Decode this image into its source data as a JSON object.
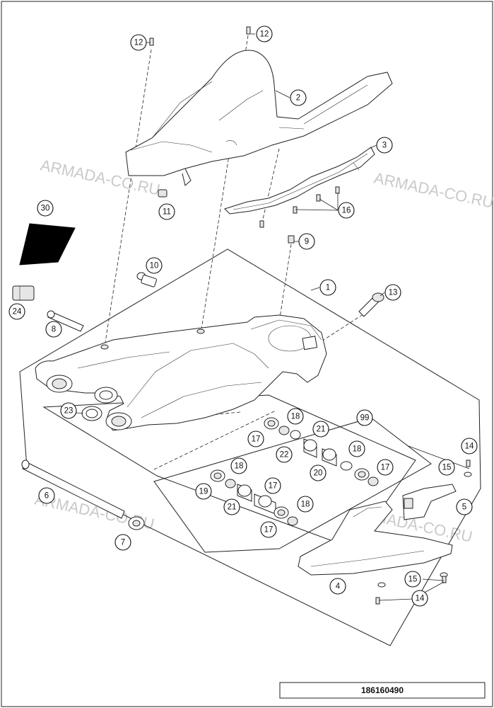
{
  "drawing_number": "186160490",
  "watermark_text": "ARMADA-CO.RU",
  "callouts": [
    "12",
    "12",
    "2",
    "3",
    "16",
    "11",
    "30",
    "9",
    "10",
    "1",
    "13",
    "24",
    "8",
    "23",
    "99",
    "18",
    "17",
    "21",
    "22",
    "20",
    "18",
    "17",
    "14",
    "15",
    "18",
    "19",
    "17",
    "21",
    "18",
    "17",
    "5",
    "6",
    "7",
    "4",
    "15",
    "14"
  ],
  "colors": {
    "line": "#222222",
    "shade": "#e6e6e6",
    "watermark": "#b7b7b7",
    "black_tag": "#000000"
  }
}
